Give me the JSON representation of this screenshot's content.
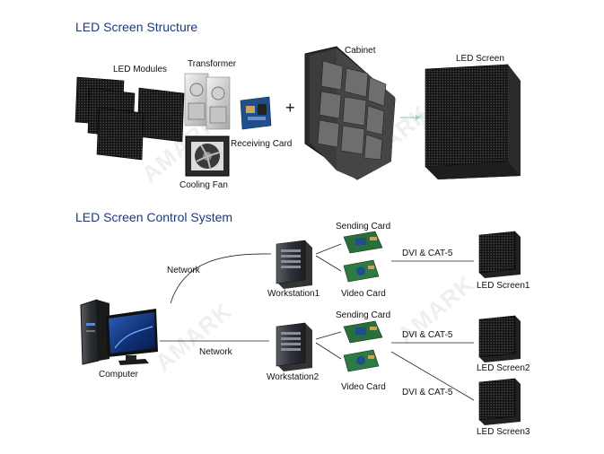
{
  "structure": {
    "title": "LED Screen Structure",
    "labels": {
      "modules": "LED Modules",
      "transformer": "Transformer",
      "receiving_card": "Receiving Card",
      "cooling_fan": "Cooling Fan",
      "plus": "+",
      "cabinet": "Cabinet",
      "screen": "LED Screen"
    }
  },
  "control": {
    "title": "LED Screen Control System",
    "labels": {
      "computer": "Computer",
      "network1": "Network",
      "network2": "Network",
      "workstation1": "Workstation1",
      "workstation2": "Workstation2",
      "sending1": "Sending Card",
      "video1": "Video Card",
      "sending2": "Sending Card",
      "video2": "Video Card",
      "dvi1": "DVI & CAT-5",
      "dvi2": "DVI & CAT-5",
      "dvi3": "DVI & CAT-5",
      "screen1": "LED Screen1",
      "screen2": "LED Screen2",
      "screen3": "LED Screen3"
    }
  },
  "watermark": "AMARK",
  "colors": {
    "title": "#1f3a7a",
    "arrow": "#9ad0c4",
    "panel": "#1b1b1b"
  }
}
